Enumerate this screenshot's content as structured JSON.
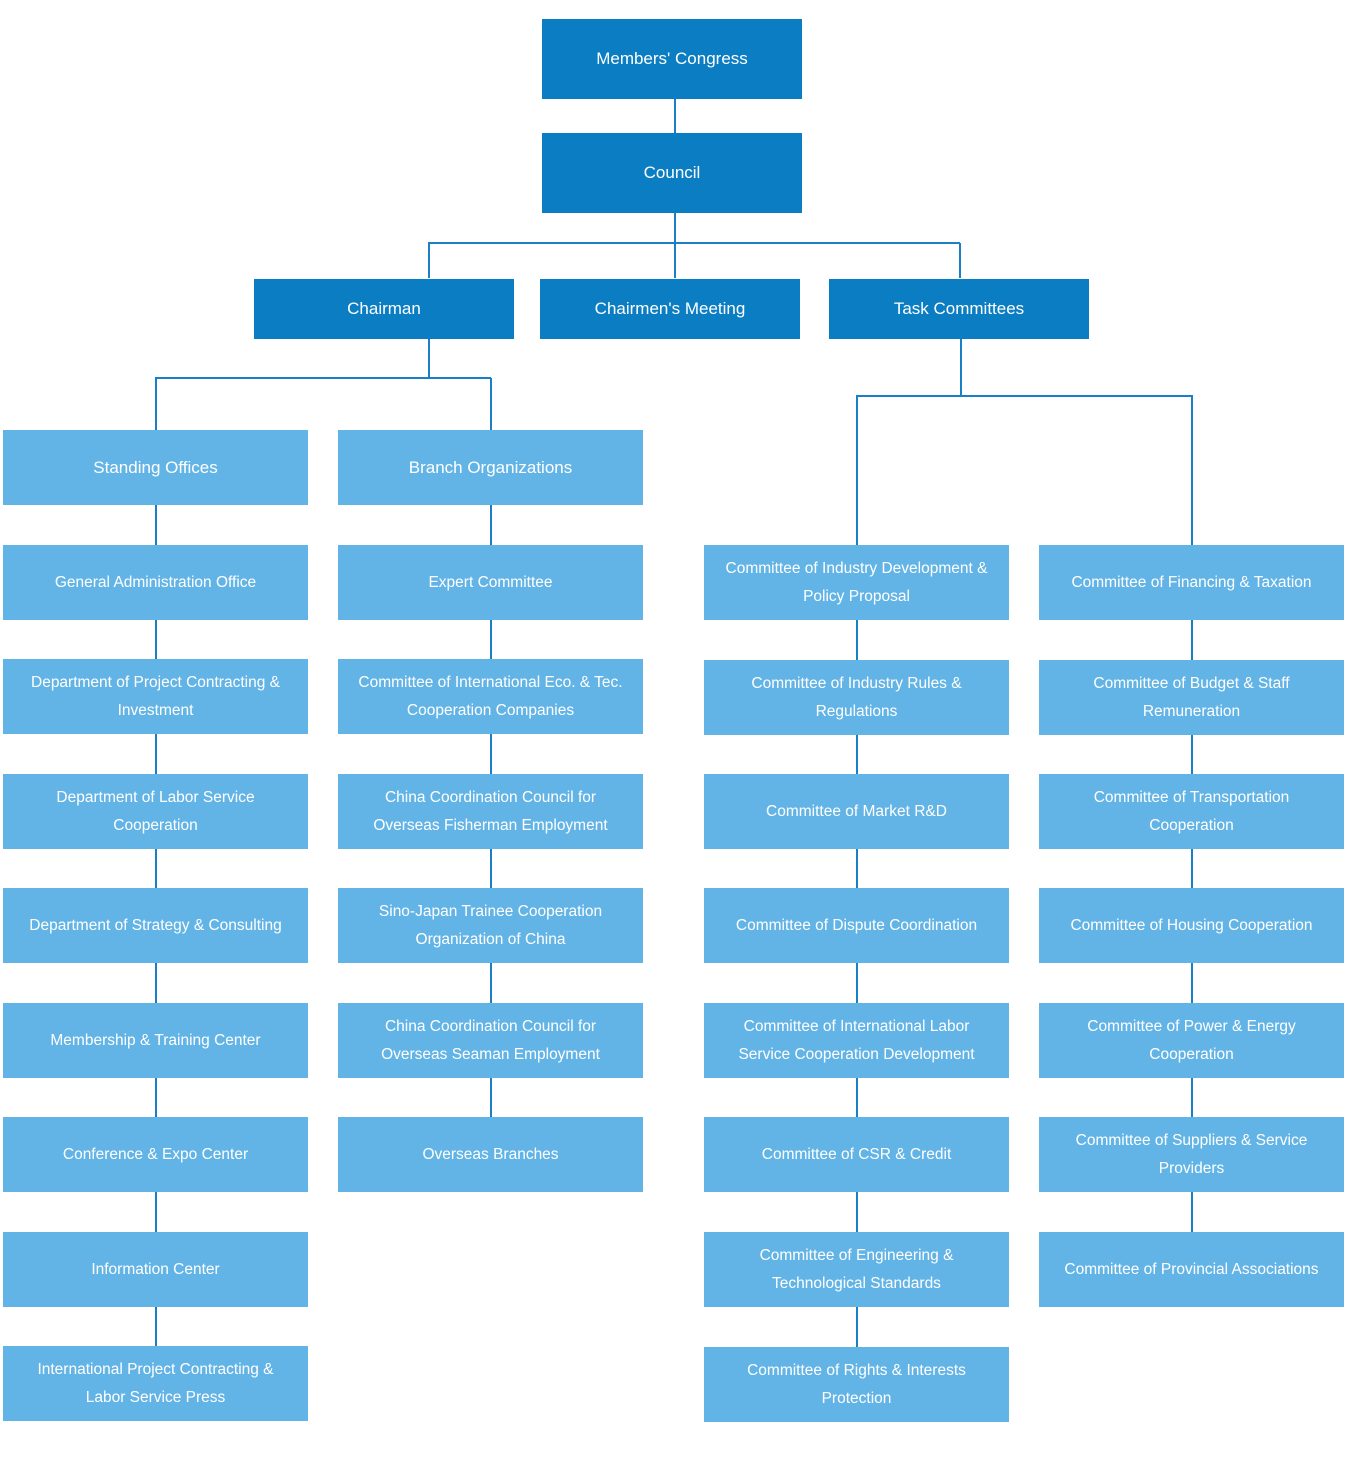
{
  "colors": {
    "top_level": "#0b7dc3",
    "sub_level": "#63b4e6",
    "connector": "#1a7fc4",
    "text": "#ffffff"
  },
  "top": {
    "members_congress": "Members' Congress",
    "council": "Council",
    "chairman": "Chairman",
    "chairmens_meeting": "Chairmen's Meeting",
    "task_committees": "Task Committees"
  },
  "standing_offices": {
    "head": "Standing Offices",
    "items": [
      "General Administration Office",
      "Department of Project Contracting & Investment",
      "Department of Labor Service Cooperation",
      "Department of Strategy & Consulting",
      "Membership & Training Center",
      "Conference & Expo Center",
      "Information Center",
      "International Project Contracting & Labor Service Press"
    ]
  },
  "branch_organizations": {
    "head": "Branch Organizations",
    "items": [
      "Expert Committee",
      "Committee of International Eco. & Tec. Cooperation Companies",
      "China Coordination Council for Overseas Fisherman Employment",
      "Sino-Japan Trainee Cooperation Organization of China",
      "China Coordination Council for Overseas Seaman Employment",
      "Overseas Branches"
    ]
  },
  "committees_left": {
    "items": [
      "Committee of Industry Development & Policy Proposal",
      "Committee of Industry Rules & Regulations",
      "Committee of Market R&D",
      "Committee of Dispute Coordination",
      "Committee of International Labor Service Cooperation Development",
      "Committee of CSR & Credit",
      "Committee of Engineering & Technological Standards",
      "Committee of Rights & Interests Protection"
    ]
  },
  "committees_right": {
    "items": [
      "Committee of Financing & Taxation",
      "Committee of Budget & Staff Remuneration",
      "Committee of Transportation Cooperation",
      "Committee of Housing Cooperation",
      "Committee of Power & Energy Cooperation",
      "Committee of Suppliers & Service Providers",
      "Committee of Provincial Associations"
    ]
  }
}
